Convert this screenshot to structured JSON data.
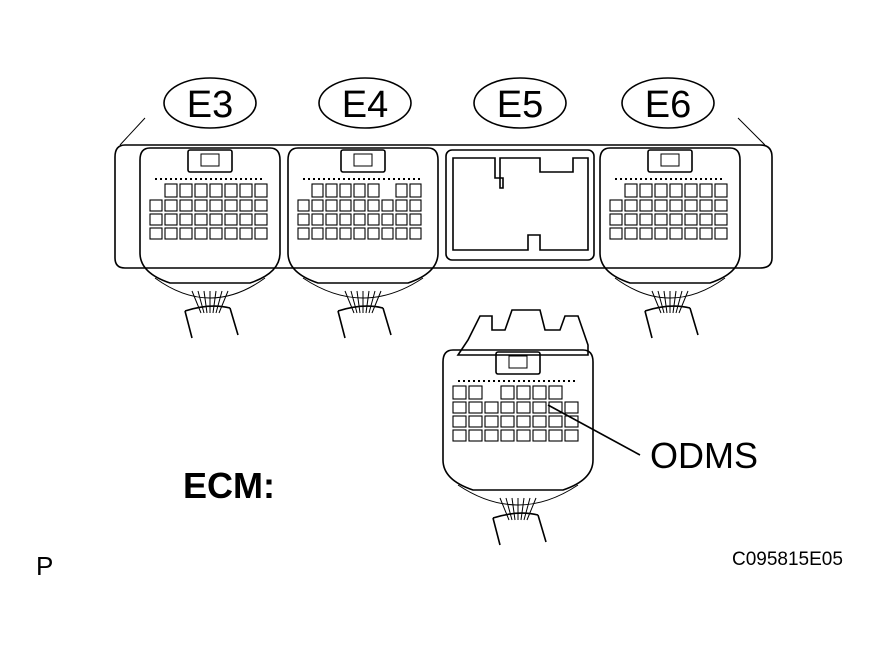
{
  "labels": {
    "ecm": "ECM:",
    "odms": "ODMS",
    "page_mark": "P",
    "figure_code": "C095815E05"
  },
  "connectors": [
    {
      "id": "E3"
    },
    {
      "id": "E4"
    },
    {
      "id": "E5"
    },
    {
      "id": "E6"
    }
  ],
  "colors": {
    "line": "#000000",
    "background": "#ffffff"
  }
}
